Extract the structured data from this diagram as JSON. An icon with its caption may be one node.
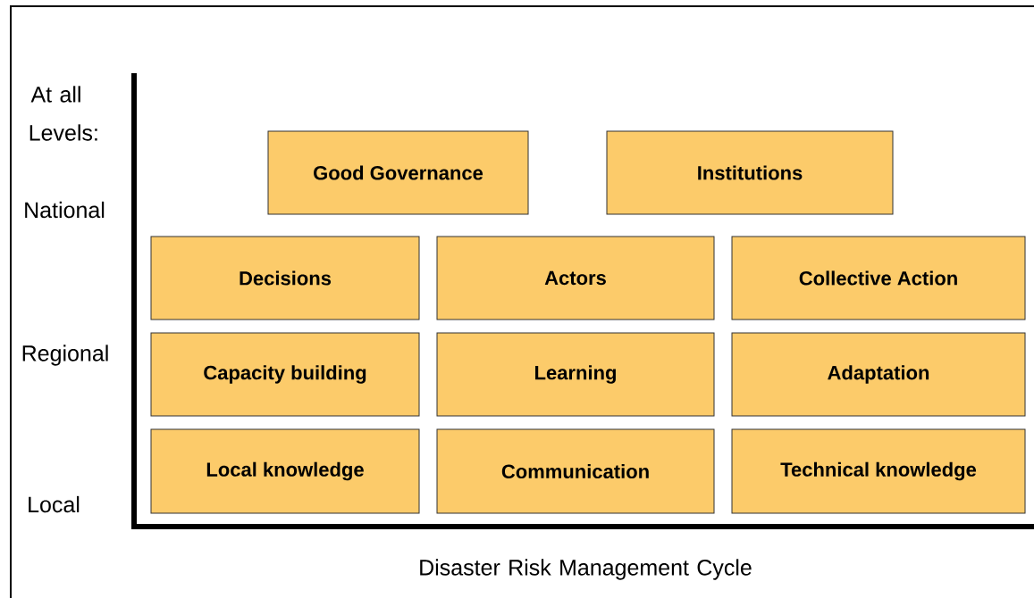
{
  "diagram": {
    "nodes": [
      {
        "text": [
          "Good Governance"
        ]
      },
      {
        "text": [
          "Institutions"
        ]
      },
      {
        "text": [
          "Decisions"
        ]
      },
      {
        "text": [
          "Actors"
        ]
      },
      {
        "text": [
          "Collective Action"
        ]
      },
      {
        "text": [
          "Capacity building"
        ]
      },
      {
        "text": [
          "Learning"
        ]
      },
      {
        "text": [
          "Adaptation"
        ]
      },
      {
        "text": [
          "Local knowledge"
        ]
      },
      {
        "text": [
          "Communication"
        ]
      },
      {
        "text": [
          "Technical knowledge"
        ]
      }
    ],
    "labels": [
      "At all Levels:",
      "National",
      "Regional",
      "Local",
      "Disaster Risk Management Cycle"
    ]
  }
}
